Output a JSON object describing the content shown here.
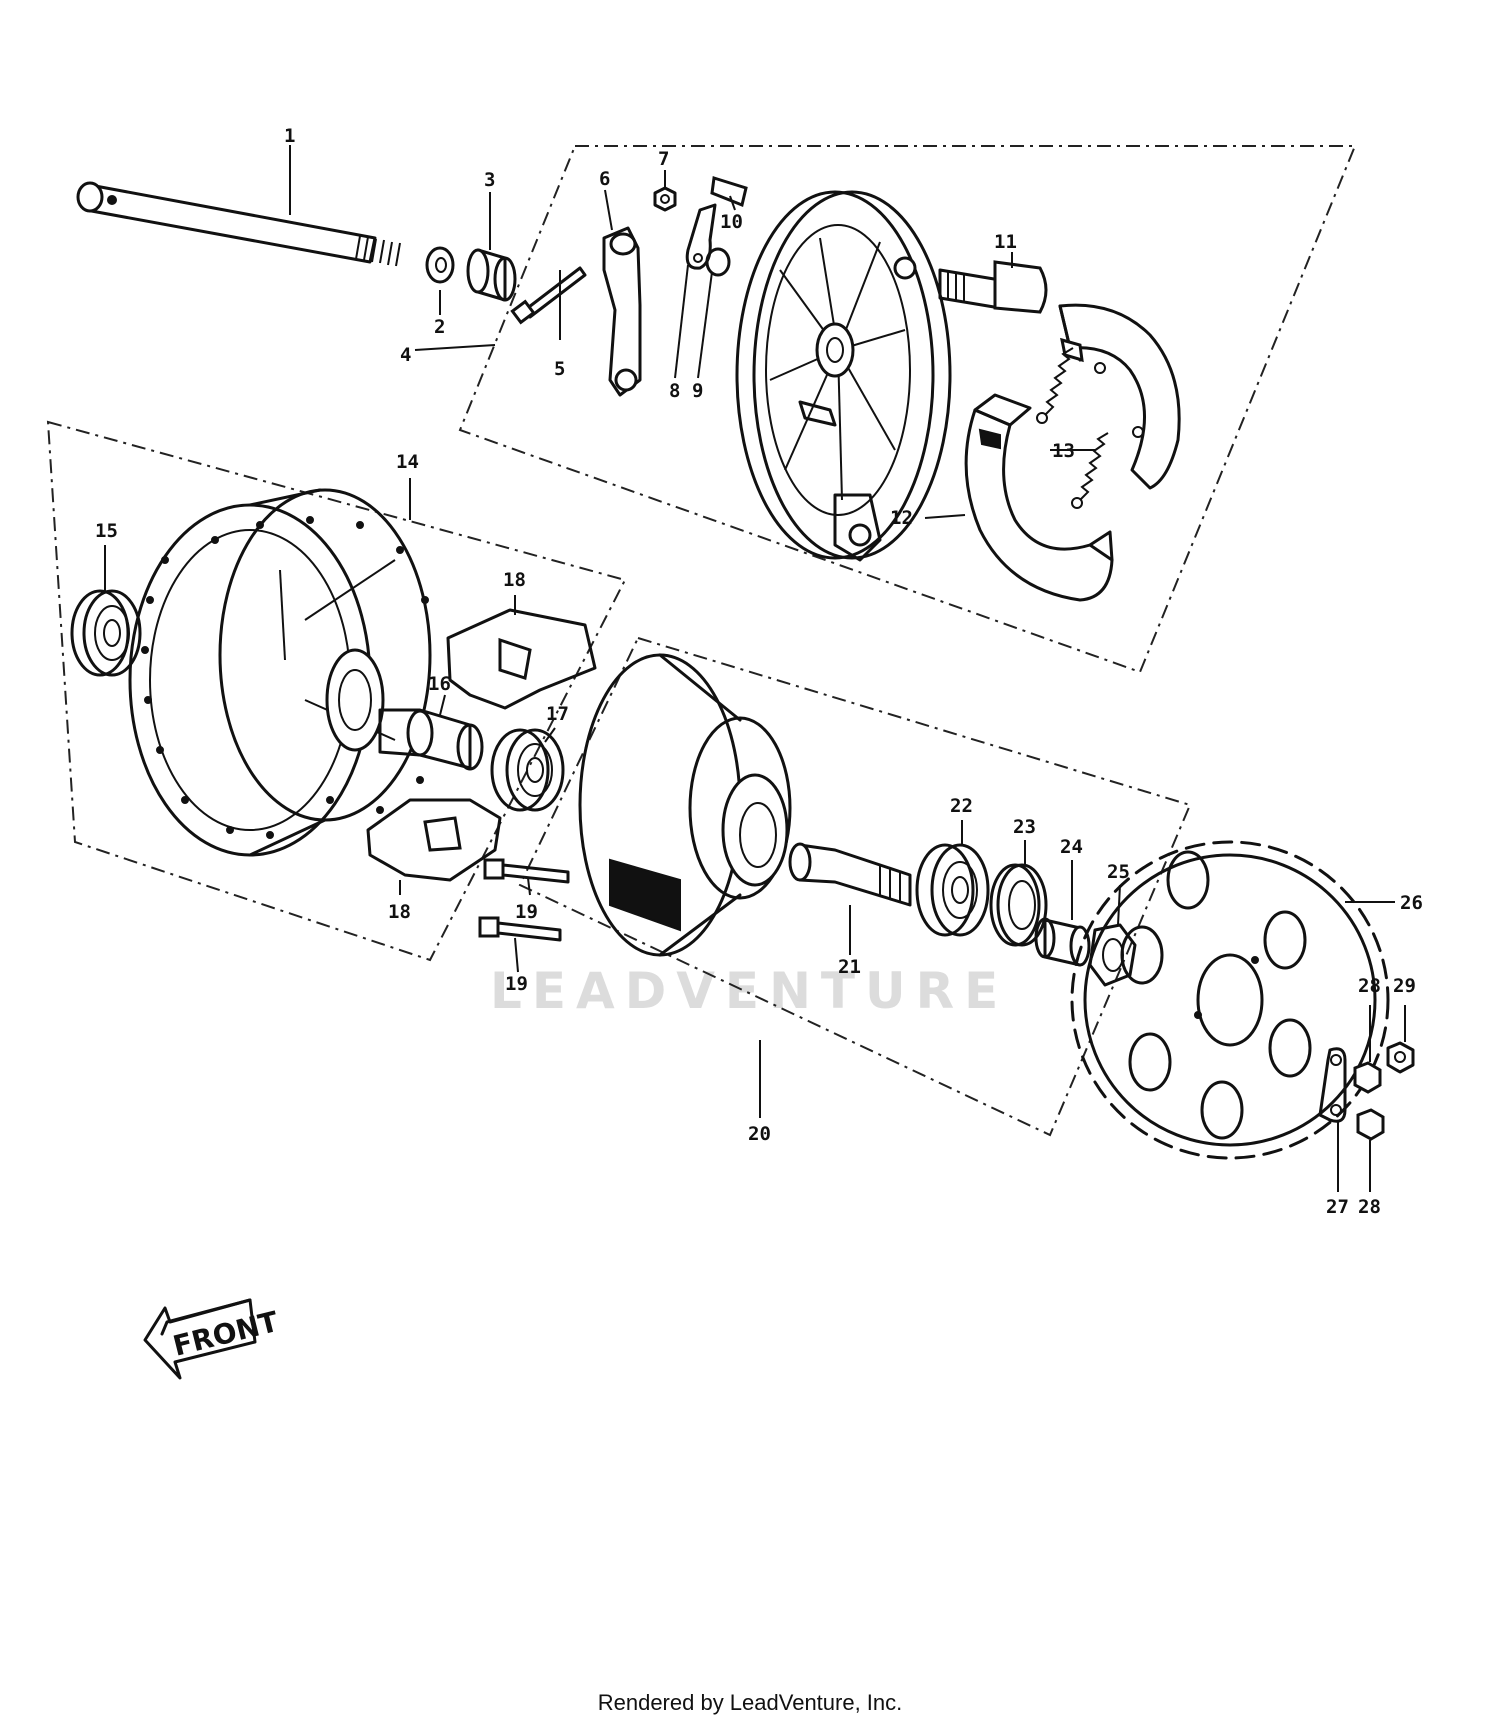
{
  "watermark": "LEADVENTURE",
  "front_label": "FRONT",
  "footer": "Rendered by LeadVenture, Inc.",
  "callouts": {
    "c1": "1",
    "c2": "2",
    "c3": "3",
    "c4": "4",
    "c5": "5",
    "c6": "6",
    "c7": "7",
    "c8": "8",
    "c9": "9",
    "c10": "10",
    "c11": "11",
    "c12": "12",
    "c13": "13",
    "c14": "14",
    "c15": "15",
    "c16": "16",
    "c17": "17",
    "c18a": "18",
    "c18b": "18",
    "c19a": "19",
    "c19b": "19",
    "c20": "20",
    "c21": "21",
    "c22": "22",
    "c23": "23",
    "c24": "24",
    "c25": "25",
    "c26": "26",
    "c27": "27",
    "c28a": "28",
    "c28b": "28",
    "c29": "29"
  }
}
